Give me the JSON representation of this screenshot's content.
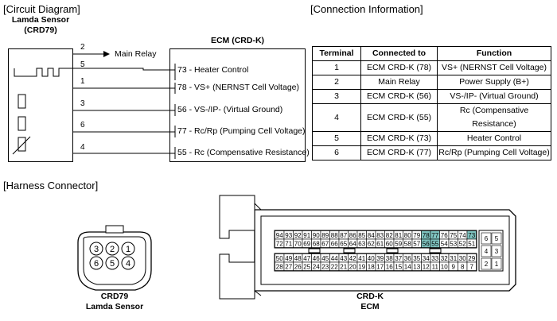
{
  "sections": {
    "circuit": "[Circuit Diagram]",
    "connection": "[Connection Information]",
    "harness": "[Harness Connector]"
  },
  "sensor": {
    "name": "Lamda Sensor",
    "code": "(CRD79)"
  },
  "ecm": {
    "title": "ECM (CRD-K)"
  },
  "main_relay": {
    "pin": "2",
    "label": "Main Relay"
  },
  "wires": [
    {
      "pin": "5",
      "label": "73 - Heater Control"
    },
    {
      "pin": "1",
      "label": "78 - VS+ (NERNST Cell Voltage)"
    },
    {
      "pin": "3",
      "label": "56 - VS-/IP- (Virtual Ground)"
    },
    {
      "pin": "6",
      "label": "77 - Rc/Rp (Pumping Cell Voltage)"
    },
    {
      "pin": "4",
      "label": "55 - Rc (Compensative Resistance)"
    }
  ],
  "table": {
    "headers": [
      "Terminal",
      "Connected to",
      "Function"
    ],
    "rows": [
      [
        "1",
        "ECM CRD-K (78)",
        "VS+ (NERNST Cell Voltage)"
      ],
      [
        "2",
        "Main Relay",
        "Power Supply (B+)"
      ],
      [
        "3",
        "ECM CRD-K (56)",
        "VS-/IP- (Virtual Ground)"
      ],
      [
        "4",
        "ECM CRD-K (55)",
        "Rc (Compensative Resistance)"
      ],
      [
        "5",
        "ECM CRD-K (73)",
        "Heater Control"
      ],
      [
        "6",
        "ECM CRD-K (77)",
        "Rc/Rp (Pumping Cell Voltage)"
      ]
    ]
  },
  "crd79_connector": {
    "top_pins": [
      "3",
      "2",
      "1"
    ],
    "bottom_pins": [
      "6",
      "5",
      "4"
    ],
    "code": "CRD79",
    "name": "Lamda Sensor"
  },
  "crdk_connector": {
    "row1": [
      "94",
      "93",
      "92",
      "91",
      "90",
      "89",
      "88",
      "87",
      "86",
      "85",
      "84",
      "83",
      "82",
      "81",
      "80",
      "79",
      "78",
      "77",
      "76",
      "75",
      "74",
      "73"
    ],
    "row2": [
      "72",
      "71",
      "70",
      "69",
      "68",
      "67",
      "66",
      "65",
      "64",
      "63",
      "62",
      "61",
      "60",
      "59",
      "58",
      "57",
      "56",
      "55",
      "54",
      "53",
      "52",
      "51"
    ],
    "row3": [
      "50",
      "49",
      "48",
      "47",
      "46",
      "45",
      "44",
      "43",
      "42",
      "41",
      "40",
      "39",
      "38",
      "37",
      "36",
      "35",
      "34",
      "33",
      "32",
      "31",
      "30",
      "29"
    ],
    "row4": [
      "28",
      "27",
      "26",
      "25",
      "24",
      "23",
      "22",
      "21",
      "20",
      "19",
      "18",
      "17",
      "16",
      "15",
      "14",
      "13",
      "12",
      "11",
      "10",
      "9",
      "8",
      "7"
    ],
    "side_pins": [
      [
        "6",
        "5"
      ],
      [
        "4",
        "3"
      ],
      [
        "2",
        "1"
      ]
    ],
    "highlight": [
      "78",
      "77",
      "73",
      "56",
      "55"
    ],
    "highlight_color": "#7fc4c0",
    "code": "CRD-K",
    "name": "ECM"
  }
}
